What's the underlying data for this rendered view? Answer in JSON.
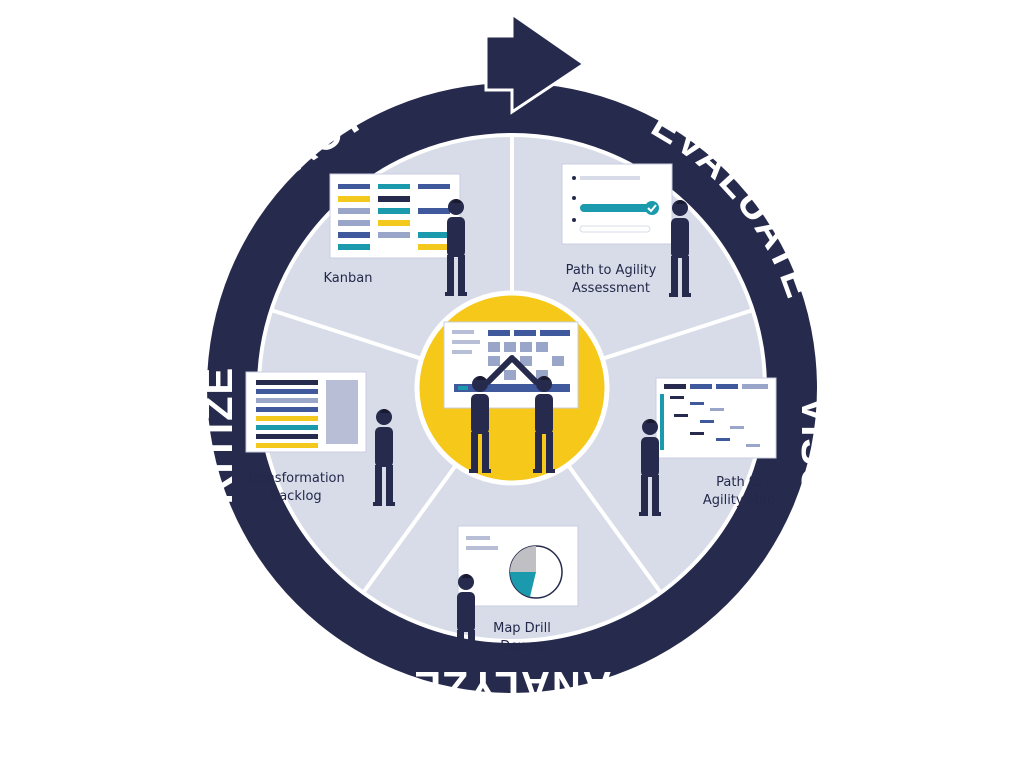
{
  "ring_words": {
    "evaluate": "EVALUATE",
    "visualize": "VISUALIZE",
    "analyze": "ANALYZE",
    "prioritize": "PRIORITIZE",
    "act": "ACT"
  },
  "segments": {
    "kanban": "Kanban",
    "assessment_line1": "Path to Agility",
    "assessment_line2": "Assessment",
    "map_line1": "Path to",
    "map_line2": "Agility Map",
    "drill_line1": "Map Drill",
    "drill_line2": "Downs",
    "backlog_line1": "Transformation",
    "backlog_line2": "Backlog"
  },
  "colors": {
    "ring": "#262a4c",
    "wedge": "#d7dce8",
    "center": "#f5c81a",
    "teal": "#1a9aac",
    "yellow": "#f3c91d",
    "blue": "#40599d",
    "light_blue": "#9aa6c9",
    "figure": "#262a4c"
  }
}
